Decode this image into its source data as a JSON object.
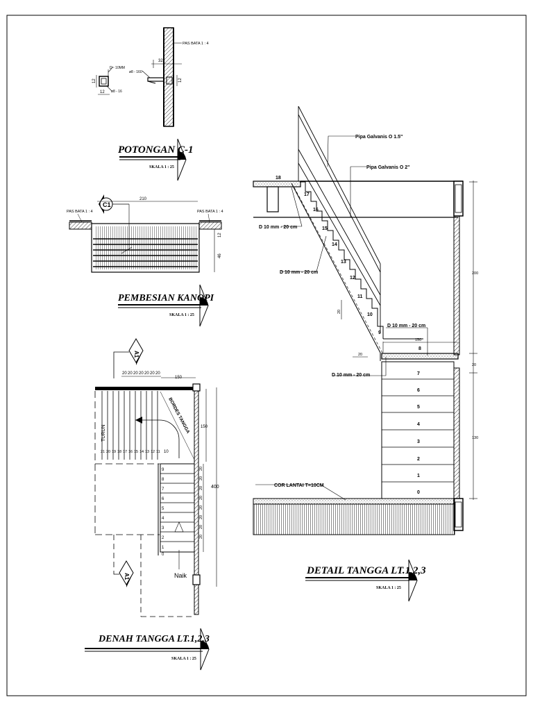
{
  "potongan": {
    "title": "POTONGAN C-1",
    "scale": "SKALA 1 : 25",
    "pas_bata": "PAS BATA 1 : 4",
    "dim_32": "32",
    "dim_12a": "12",
    "dim_12b": "12",
    "dim_12c": "12",
    "bar_d": "D - 10MM",
    "bar_phi": "ø8 - 16",
    "bar_phi2": "ø8 - 160"
  },
  "kanopi": {
    "title": "PEMBESIAN KANOPI",
    "scale": "SKALA 1 : 25",
    "marker": "C1",
    "dim_210": "210",
    "pas_bata_left": "PAS BATA 1 : 4",
    "pas_bata_right": "PAS BATA 1 : 4",
    "dim_12": "12",
    "dim_46": "46"
  },
  "denah": {
    "title": "DENAH TANGGA LT.1,2,3",
    "scale": "SKALA 1 : 25",
    "marker_top": "A1",
    "marker_bottom": "A1",
    "tread_dims": [
      "20",
      "20",
      "20",
      "20",
      "20",
      "20",
      "20"
    ],
    "dim_150_top": "150",
    "dim_150_side": "150",
    "dim_400": "400",
    "bordes": "BORDES TANGGA",
    "turun": "TURUN",
    "naik": "Naik",
    "upper_steps": [
      "21",
      "20",
      "19",
      "18",
      "17",
      "16",
      "15",
      "14",
      "13",
      "12",
      "11"
    ],
    "step_10": "10",
    "lower_steps": [
      "9",
      "8",
      "7",
      "6",
      "5",
      "4",
      "3",
      "2",
      "1"
    ],
    "step_0": "0",
    "side_dims": [
      "20",
      "20",
      "20",
      "20",
      "20",
      "20",
      "20",
      "20"
    ]
  },
  "detail": {
    "title": "DETAIL TANGGA LT.1,2,3",
    "scale": "SKALA 1 : 25",
    "pipa_15": "Pipa Galvanis O 1.5\"",
    "pipa_2": "Pipa Galvanis O 2\"",
    "rebar_1": "D 10 mm - 20 cm",
    "rebar_2": "D 10 mm - 20 cm",
    "rebar_3": "D 10 mm - 20 cm",
    "rebar_4": "D 10 mm - 20 cm",
    "cor_lantai": "COR LANTAI T=10CM",
    "step_18": "18",
    "upper_steps": [
      "17",
      "16",
      "15",
      "14",
      "13",
      "12",
      "11",
      "10",
      "9"
    ],
    "step_8": "8",
    "lower_steps": [
      "7",
      "6",
      "5",
      "4",
      "3",
      "2",
      "1",
      "0"
    ],
    "dim_20_riser": "20",
    "dim_20_tread": "20",
    "dim_150": "150",
    "dim_200": "200",
    "dim_20_slab": "20",
    "dim_130": "130"
  }
}
